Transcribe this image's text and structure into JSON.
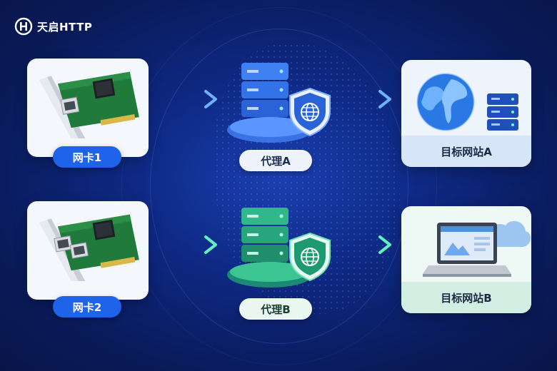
{
  "brand": {
    "name": "天启HTTP"
  },
  "nodes": {
    "nic1": {
      "label": "网卡1"
    },
    "nic2": {
      "label": "网卡2"
    },
    "proxy_a": {
      "label": "代理A"
    },
    "proxy_b": {
      "label": "代理B"
    },
    "site_a": {
      "label": "目标网站A"
    },
    "site_b": {
      "label": "目标网站B"
    }
  },
  "colors": {
    "background": "#0f2a86",
    "flow_blue": "#3b8bff",
    "flow_green": "#3de0a8",
    "pill_blue": "#1f63e8",
    "server_blue": "#2a62d8",
    "server_green": "#27a57c"
  },
  "icons": [
    "brand-logo-icon",
    "network-card-icon",
    "server-icon",
    "shield-globe-icon",
    "globe-icon",
    "laptop-icon",
    "cloud-icon",
    "arrow-right-icon"
  ]
}
